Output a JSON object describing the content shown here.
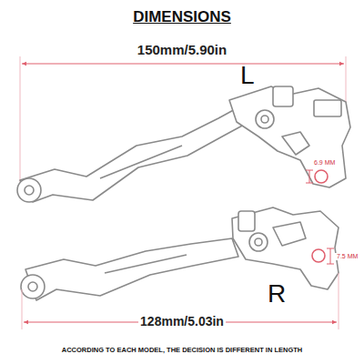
{
  "diagram": {
    "title": "DIMENSIONS",
    "caption": "ACCORDING TO EACH MODEL, THE DECISION IS DIFFERENT IN LENGTH",
    "labels": [
      "150mm/5.90in",
      "L",
      "6.9 MM",
      "7.5 MM",
      "R",
      "128mm/5.03in"
    ]
  }
}
